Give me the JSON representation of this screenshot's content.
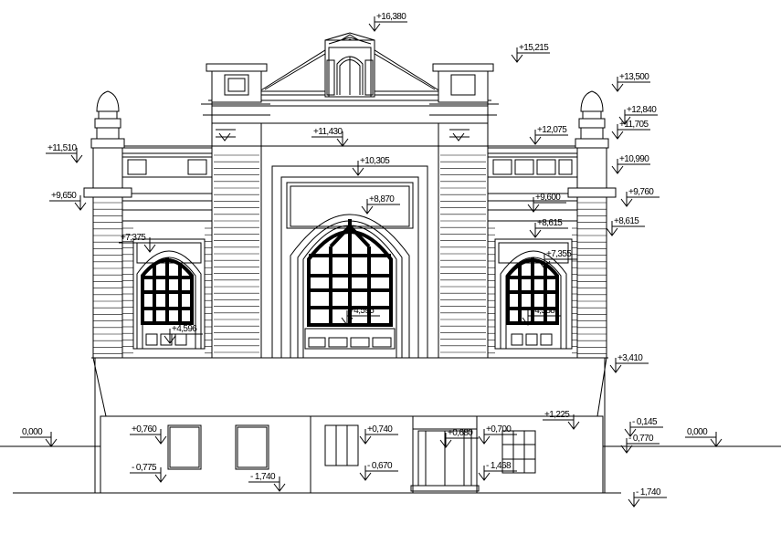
{
  "drawing": {
    "title": "",
    "colors": {
      "line": "#000000",
      "background": "#ffffff"
    },
    "levels": [
      {
        "id": "l1",
        "text": "+16,380"
      },
      {
        "id": "l2",
        "text": "+15,215"
      },
      {
        "id": "l3",
        "text": "+13,500"
      },
      {
        "id": "l4",
        "text": "+12,840"
      },
      {
        "id": "l5",
        "text": "+12,075"
      },
      {
        "id": "l6",
        "text": "+11,705"
      },
      {
        "id": "l7",
        "text": "+11,430"
      },
      {
        "id": "l8",
        "text": "+11,510"
      },
      {
        "id": "l9",
        "text": "+10,990"
      },
      {
        "id": "l10",
        "text": "+10,305"
      },
      {
        "id": "l11",
        "text": "+9,650"
      },
      {
        "id": "l12",
        "text": "+9,600"
      },
      {
        "id": "l13",
        "text": "+9,760"
      },
      {
        "id": "l14",
        "text": "+8,870"
      },
      {
        "id": "l15",
        "text": "+8,615"
      },
      {
        "id": "l16",
        "text": "+8,615"
      },
      {
        "id": "l17",
        "text": "+7,375"
      },
      {
        "id": "l18",
        "text": "+7,355"
      },
      {
        "id": "l19",
        "text": "+4,595"
      },
      {
        "id": "l20",
        "text": "+4,588"
      },
      {
        "id": "l21",
        "text": "+4,596"
      },
      {
        "id": "l22",
        "text": "+3,410"
      },
      {
        "id": "l23",
        "text": "+1,225"
      },
      {
        "id": "l24",
        "text": "0,000"
      },
      {
        "id": "l25",
        "text": "0,000"
      },
      {
        "id": "l26",
        "text": "- 0,145"
      },
      {
        "id": "l27",
        "text": "- 0,770"
      },
      {
        "id": "l28",
        "text": "+0,760"
      },
      {
        "id": "l29",
        "text": "+0,740"
      },
      {
        "id": "l30",
        "text": "+0,680"
      },
      {
        "id": "l31",
        "text": "+0,700"
      },
      {
        "id": "l32",
        "text": "- 0,775"
      },
      {
        "id": "l33",
        "text": "- 1,740"
      },
      {
        "id": "l34",
        "text": "- 0,670"
      },
      {
        "id": "l35",
        "text": "- 1,468"
      },
      {
        "id": "l36",
        "text": "- 1,740"
      }
    ]
  }
}
